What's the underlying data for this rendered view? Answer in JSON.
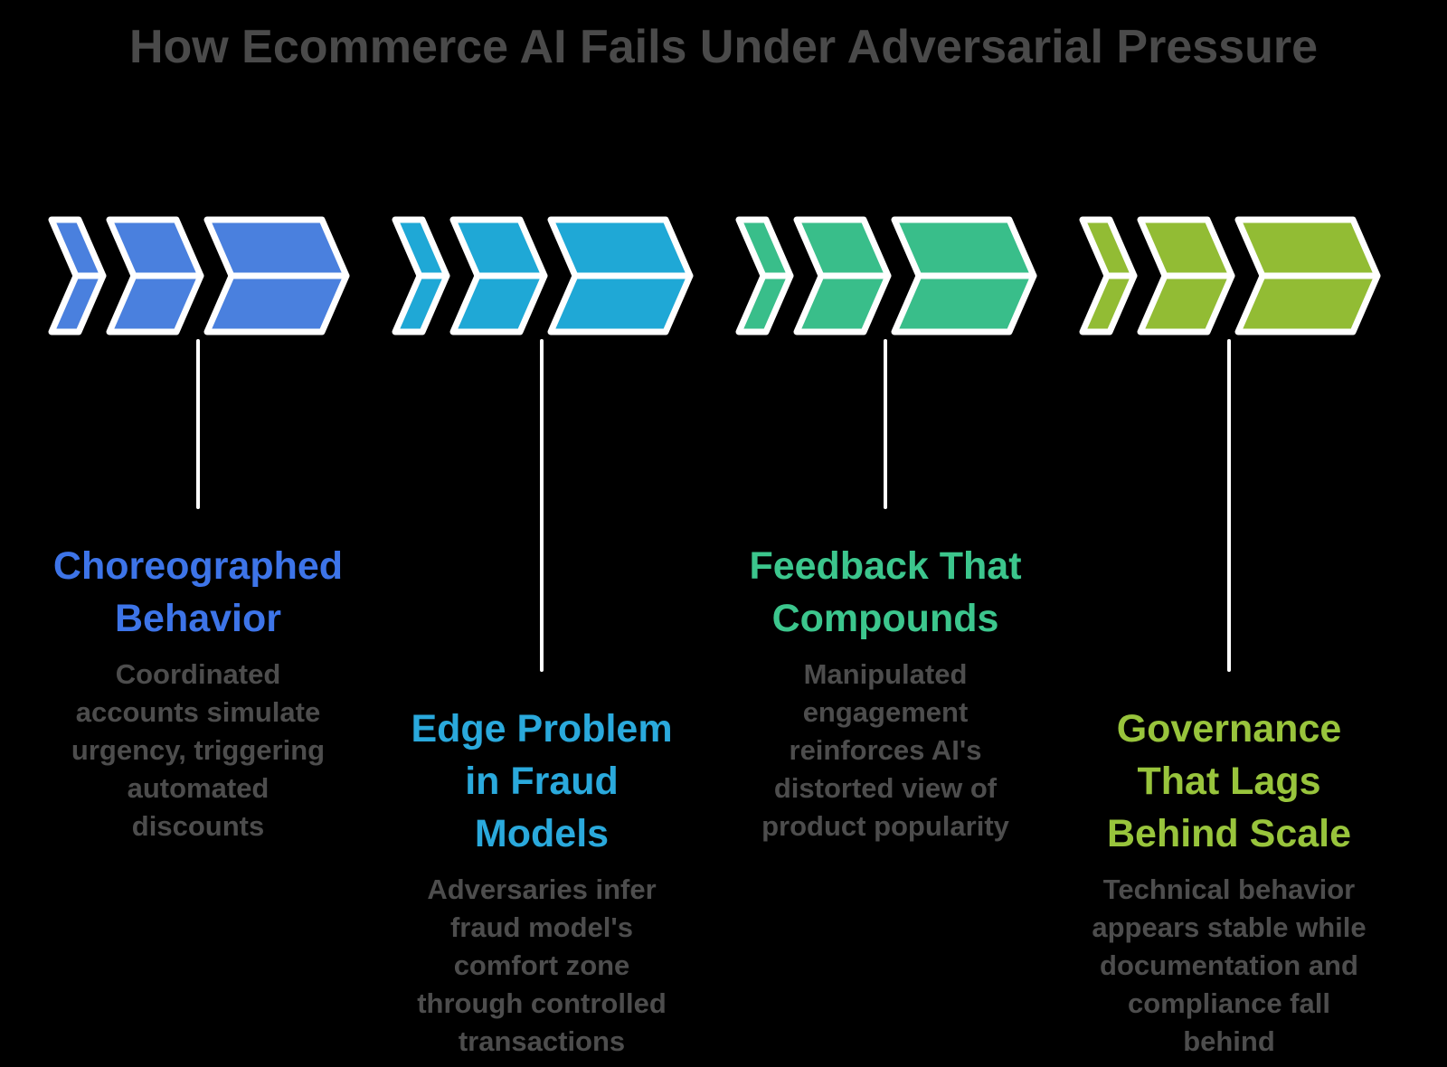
{
  "title": "How Ecommerce AI Fails Under Adversarial Pressure",
  "colors": {
    "background": "#000000",
    "title": "#4A4A4A",
    "description": "#4D4D4D",
    "connector": "#FFFFFF",
    "chevron_outline": "#FFFFFF"
  },
  "steps": [
    {
      "heading": "Choreographed\nBehavior",
      "description": "Coordinated\naccounts simulate\nurgency, triggering\nautomated\ndiscounts",
      "chevron_color": "#4A80DE",
      "heading_color": "#3D74E8",
      "connector": "short"
    },
    {
      "heading": "Edge Problem\nin Fraud\nModels",
      "description": "Adversaries infer\nfraud model's\ncomfort zone\nthrough controlled\ntransactions",
      "chevron_color": "#1FA8D6",
      "heading_color": "#2AA9DC",
      "connector": "tall"
    },
    {
      "heading": "Feedback That\nCompounds",
      "description": "Manipulated\nengagement\nreinforces AI's\ndistorted view of\nproduct popularity",
      "chevron_color": "#39BE8A",
      "heading_color": "#3CC68D",
      "connector": "short"
    },
    {
      "heading": "Governance\nThat Lags\nBehind Scale",
      "description": "Technical behavior\nappears stable while\ndocumentation and\ncompliance fall\nbehind",
      "chevron_color": "#92BC34",
      "heading_color": "#98C43C",
      "connector": "tall"
    }
  ]
}
